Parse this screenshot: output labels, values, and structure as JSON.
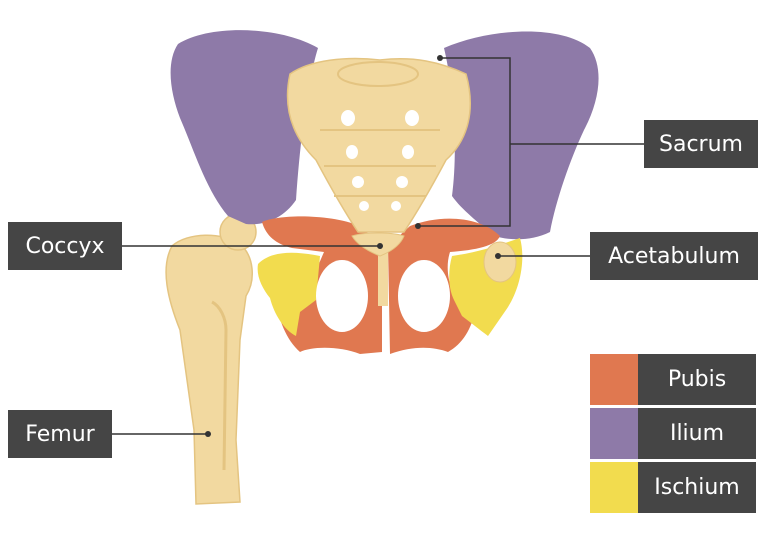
{
  "labels": {
    "sacrum": "Sacrum",
    "coccyx": "Coccyx",
    "acetabulum": "Acetabulum",
    "femur": "Femur"
  },
  "legend": [
    {
      "name": "Pubis",
      "color": "#E07850"
    },
    {
      "name": "Ilium",
      "color": "#8E7AA8"
    },
    {
      "name": "Ischium",
      "color": "#F2DC4E"
    }
  ],
  "colors": {
    "bone": "#F2D9A0",
    "bone_shade": "#E4C481",
    "leader_line": "#333333"
  }
}
